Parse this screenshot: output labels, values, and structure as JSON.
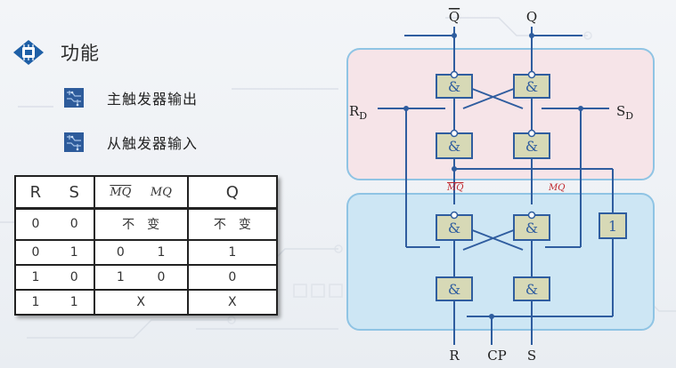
{
  "slide": {
    "title": "功能",
    "bullets": [
      {
        "text": "主触发器输出"
      },
      {
        "text": "从触发器输入"
      }
    ]
  },
  "truth_table": {
    "headers": {
      "r": "R",
      "s": "S",
      "mq_bar": "MQ",
      "mq": "MQ",
      "q": "Q"
    },
    "rows": [
      {
        "r": "0",
        "s": "0",
        "mq_pair": "不　变",
        "q": "不　变"
      },
      {
        "r": "0",
        "s": "1",
        "mq_bar": "0",
        "mq": "1",
        "q": "1"
      },
      {
        "r": "1",
        "s": "0",
        "mq_bar": "1",
        "mq": "0",
        "q": "0"
      },
      {
        "r": "1",
        "s": "1",
        "mq_pair": "X",
        "q": "X"
      }
    ]
  },
  "circuit": {
    "labels": {
      "q_bar": "Q",
      "q": "Q",
      "rd": "R",
      "rd_sub": "D",
      "sd": "S",
      "sd_sub": "D",
      "mq_bar": "MQ",
      "mq": "MQ",
      "r": "R",
      "cp": "CP",
      "s": "S"
    },
    "gates": {
      "and": "&",
      "inverter": "1"
    },
    "colors": {
      "master_panel": "#f6e4e8",
      "slave_panel": "#cde6f4",
      "panel_border": "#8fc4e4",
      "wire": "#2f5d9f",
      "gate_fill": "#d7d9b6",
      "mq_label": "#c0272d"
    }
  }
}
